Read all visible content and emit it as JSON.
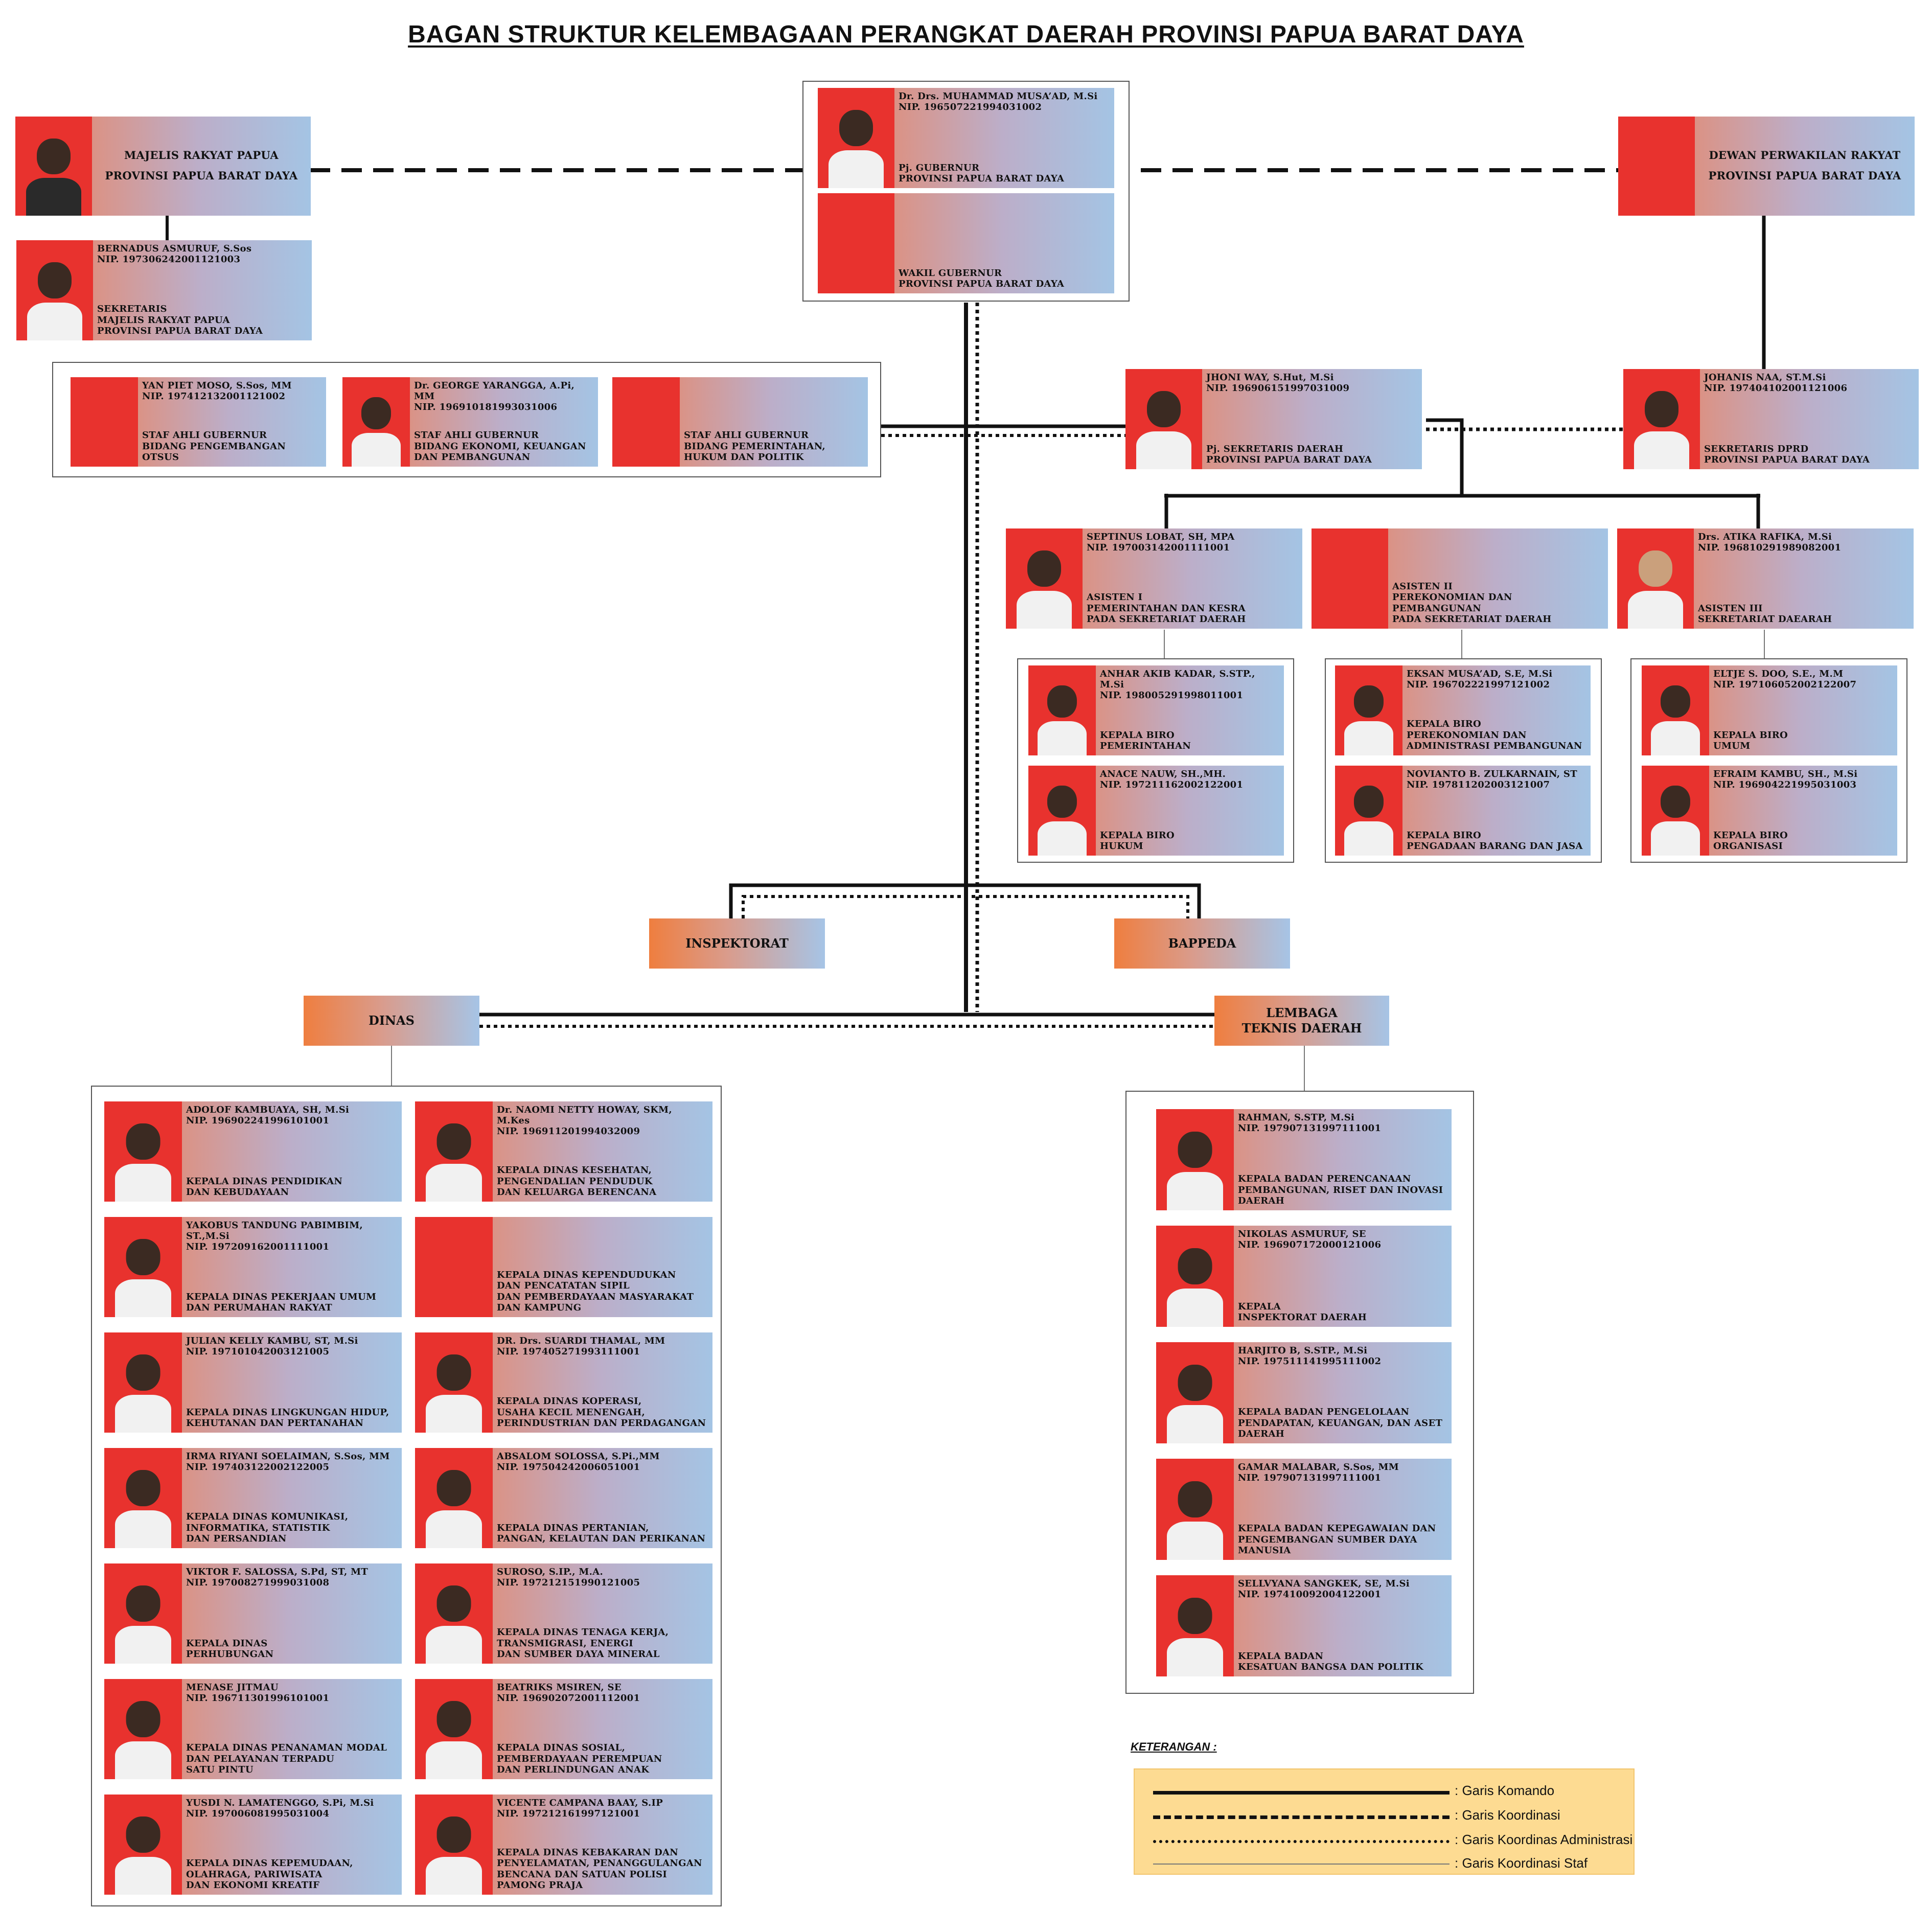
{
  "title": "BAGAN STRUKTUR KELEMBAGAAN PERANGKAT DAERAH PROVINSI PAPUA BARAT DAYA",
  "colors": {
    "photo_red": "#e8322e",
    "gradient_orange": "#e8734f",
    "gradient_blue": "#a4c4e4",
    "legend_bg": "#fddb92"
  },
  "mrp": {
    "name": "",
    "nip": "",
    "position": "MAJELIS RAKYAT PAPUA\nPROVINSI PAPUA BARAT DAYA"
  },
  "mrp_sekretaris": {
    "name": "BERNADUS ASMURUF, S.Sos",
    "nip": "NIP. 197306242001121003",
    "position": "SEKRETARIS\nMAJELIS RAKYAT PAPUA\nPROVINSI PAPUA BARAT DAYA"
  },
  "gubernur": {
    "name": "Dr. Drs. MUHAMMAD MUSA’AD, M.Si",
    "nip": "NIP. 196507221994031002",
    "position": "Pj. GUBERNUR\nPROVINSI PAPUA BARAT DAYA"
  },
  "wakil": {
    "name": "",
    "nip": "",
    "position": "WAKIL GUBERNUR\nPROVINSI PAPUA BARAT DAYA"
  },
  "dprd": {
    "name": "",
    "nip": "",
    "position": "DEWAN PERWAKILAN RAKYAT\nPROVINSI PAPUA BARAT DAYA"
  },
  "staf_ahli": [
    {
      "name": "YAN PIET MOSO, S.Sos, MM",
      "nip": "NIP. 197412132001121002",
      "position": "STAF AHLI GUBERNUR\nBIDANG PENGEMBANGAN OTSUS"
    },
    {
      "name": "Dr. GEORGE YARANGGA, A.Pi, MM",
      "nip": "NIP. 196910181993031006",
      "position": "STAF AHLI GUBERNUR\nBIDANG EKONOMI, KEUANGAN\nDAN PEMBANGUNAN"
    },
    {
      "name": "",
      "nip": "",
      "position": "STAF AHLI GUBERNUR\nBIDANG PEMERINTAHAN,\nHUKUM DAN POLITIK"
    }
  ],
  "sekda": {
    "name": "JHONI WAY, S.Hut, M.Si",
    "nip": "NIP. 196906151997031009",
    "position": "Pj. SEKRETARIS DAERAH\nPROVINSI PAPUA BARAT DAYA"
  },
  "sekwan": {
    "name": "JOHANIS NAA, ST.M.Si",
    "nip": "NIP. 197404102001121006",
    "position": "SEKRETARIS DPRD\nPROVINSI PAPUA BARAT DAYA"
  },
  "asisten": [
    {
      "name": "SEPTINUS LOBAT, SH, MPA",
      "nip": "NIP. 197003142001111001",
      "position": "ASISTEN I\nPEMERINTAHAN DAN KESRA\nPADA SEKRETARIAT DAERAH"
    },
    {
      "name": "",
      "nip": "",
      "position": "ASISTEN II\nPEREKONOMIAN DAN PEMBANGUNAN\nPADA SEKRETARIAT DAERAH"
    },
    {
      "name": "Drs. ATIKA RAFIKA, M.Si",
      "nip": "NIP. 196810291989082001",
      "position": "ASISTEN III\nSEKRETARIAT DAEARAH"
    }
  ],
  "biro": [
    {
      "name": "ANHAR AKIB KADAR, S.STP., M.Si",
      "nip": "NIP. 198005291998011001",
      "position": "KEPALA BIRO\nPEMERINTAHAN"
    },
    {
      "name": "ANACE NAUW, SH.,MH.",
      "nip": "NIP. 197211162002122001",
      "position": "KEPALA BIRO\nHUKUM"
    },
    {
      "name": "EKSAN MUSA’AD, S.E, M.Si",
      "nip": "NIP. 196702221997121002",
      "position": "KEPALA BIRO\nPEREKONOMIAN DAN\nADMINISTRASI PEMBANGUNAN"
    },
    {
      "name": "NOVIANTO B. ZULKARNAIN, ST",
      "nip": "NIP. 197811202003121007",
      "position": "KEPALA BIRO\nPENGADAAN BARANG DAN JASA"
    },
    {
      "name": "ELTJE S. DOO, S.E., M.M",
      "nip": "NIP. 197106052002122007",
      "position": "KEPALA BIRO\nUMUM"
    },
    {
      "name": "EFRAIM KAMBU, SH., M.Si",
      "nip": "NIP. 196904221995031003",
      "position": "KEPALA BIRO\nORGANISASI"
    }
  ],
  "boxes": {
    "inspektorat": "INSPEKTORAT",
    "bappeda": "BAPPEDA",
    "dinas": "DINAS",
    "lembaga": "LEMBAGA\nTEKNIS DAERAH"
  },
  "dinas": [
    {
      "name": "ADOLOF KAMBUAYA, SH, M.Si",
      "nip": "NIP. 196902241996101001",
      "position": "KEPALA DINAS PENDIDIKAN\nDAN KEBUDAYAAN"
    },
    {
      "name": "Dr. NAOMI NETTY HOWAY, SKM, M.Kes",
      "nip": "NIP. 196911201994032009",
      "position": "KEPALA DINAS KESEHATAN,\nPENGENDALIAN PENDUDUK\nDAN KELUARGA BERENCANA"
    },
    {
      "name": "YAKOBUS TANDUNG PABIMBIM, ST.,M.Si",
      "nip": "NIP. 197209162001111001",
      "position": "KEPALA DINAS PEKERJAAN UMUM\nDAN PERUMAHAN RAKYAT"
    },
    {
      "name": "",
      "nip": "",
      "position": "KEPALA DINAS KEPENDUDUKAN\nDAN PENCATATAN SIPIL\nDAN PEMBERDAYAAN MASYARAKAT\nDAN KAMPUNG"
    },
    {
      "name": "JULIAN KELLY KAMBU, ST, M.Si",
      "nip": "NIP. 197101042003121005",
      "position": "KEPALA DINAS LINGKUNGAN HIDUP,\nKEHUTANAN DAN PERTANAHAN"
    },
    {
      "name": "DR. Drs. SUARDI THAMAL, MM",
      "nip": "NIP. 197405271993111001",
      "position": "KEPALA DINAS KOPERASI,\nUSAHA KECIL MENENGAH,\nPERINDUSTRIAN DAN PERDAGANGAN"
    },
    {
      "name": "IRMA RIYANI SOELAIMAN, S.Sos, MM",
      "nip": "NIP. 197403122002122005",
      "position": "KEPALA DINAS KOMUNIKASI,\nINFORMATIKA, STATISTIK\nDAN PERSANDIAN"
    },
    {
      "name": "ABSALOM SOLOSSA, S.Pi.,MM",
      "nip": "NIP. 197504242006051001",
      "position": "KEPALA DINAS PERTANIAN,\nPANGAN, KELAUTAN DAN PERIKANAN"
    },
    {
      "name": "VIKTOR F. SALOSSA, S.Pd, ST, MT",
      "nip": "NIP. 197008271999031008",
      "position": "KEPALA DINAS\nPERHUBUNGAN"
    },
    {
      "name": "SUROSO, S.IP., M.A.",
      "nip": "NIP. 197212151990121005",
      "position": "KEPALA DINAS TENAGA KERJA,\nTRANSMIGRASI, ENERGI\nDAN SUMBER DAYA MINERAL"
    },
    {
      "name": "MENASE JITMAU",
      "nip": "NIP. 196711301996101001",
      "position": "KEPALA DINAS PENANAMAN MODAL\nDAN PELAYANAN TERPADU\nSATU PINTU"
    },
    {
      "name": "BEATRIKS MSIREN, SE",
      "nip": "NIP. 196902072001112001",
      "position": "KEPALA DINAS SOSIAL,\nPEMBERDAYAAN PEREMPUAN\nDAN PERLINDUNGAN ANAK"
    },
    {
      "name": "YUSDI N. LAMATENGGO, S.Pi, M.Si",
      "nip": "NIP. 197006081995031004",
      "position": "KEPALA DINAS KEPEMUDAAN,\nOLAHRAGA, PARIWISATA\nDAN EKONOMI KREATIF"
    },
    {
      "name": "VICENTE CAMPANA BAAY, S.IP",
      "nip": "NIP. 197212161997121001",
      "position": "KEPALA DINAS KEBAKARAN DAN\nPENYELAMATAN, PENANGGULANGAN\nBENCANA DAN SATUAN POLISI\nPAMONG PRAJA"
    }
  ],
  "lembaga": [
    {
      "name": "RAHMAN, S.STP, M.Si",
      "nip": "NIP. 197907131997111001",
      "position": "KEPALA BADAN PERENCANAAN\nPEMBANGUNAN, RISET DAN INOVASI\nDAERAH"
    },
    {
      "name": "NIKOLAS ASMURUF, SE",
      "nip": "NIP. 196907172000121006",
      "position": "KEPALA\nINSPEKTORAT DAERAH"
    },
    {
      "name": "HARJITO B, S.STP., M.Si",
      "nip": "NIP. 197511141995111002",
      "position": "KEPALA BADAN PENGELOLAAN\nPENDAPATAN, KEUANGAN, DAN ASET\nDAERAH"
    },
    {
      "name": "GAMAR MALABAR, S.Sos, MM",
      "nip": "NIP. 197907131997111001",
      "position": "KEPALA BADAN KEPEGAWAIAN DAN\nPENGEMBANGAN SUMBER DAYA\nMANUSIA"
    },
    {
      "name": "SELLVYANA SANGKEK, SE, M.Si",
      "nip": "NIP. 197410092004122001",
      "position": "KEPALA BADAN\nKESATUAN BANGSA DAN POLITIK"
    }
  ],
  "legend": {
    "title": "KETERANGAN :",
    "items": [
      {
        "label": ": Garis Komando",
        "style": "solid"
      },
      {
        "label": ": Garis Koordinasi",
        "style": "dashed"
      },
      {
        "label": ": Garis Koordinas Administrasi",
        "style": "dotted"
      },
      {
        "label": ": Garis Koordinasi Staf",
        "style": "thin"
      }
    ]
  }
}
